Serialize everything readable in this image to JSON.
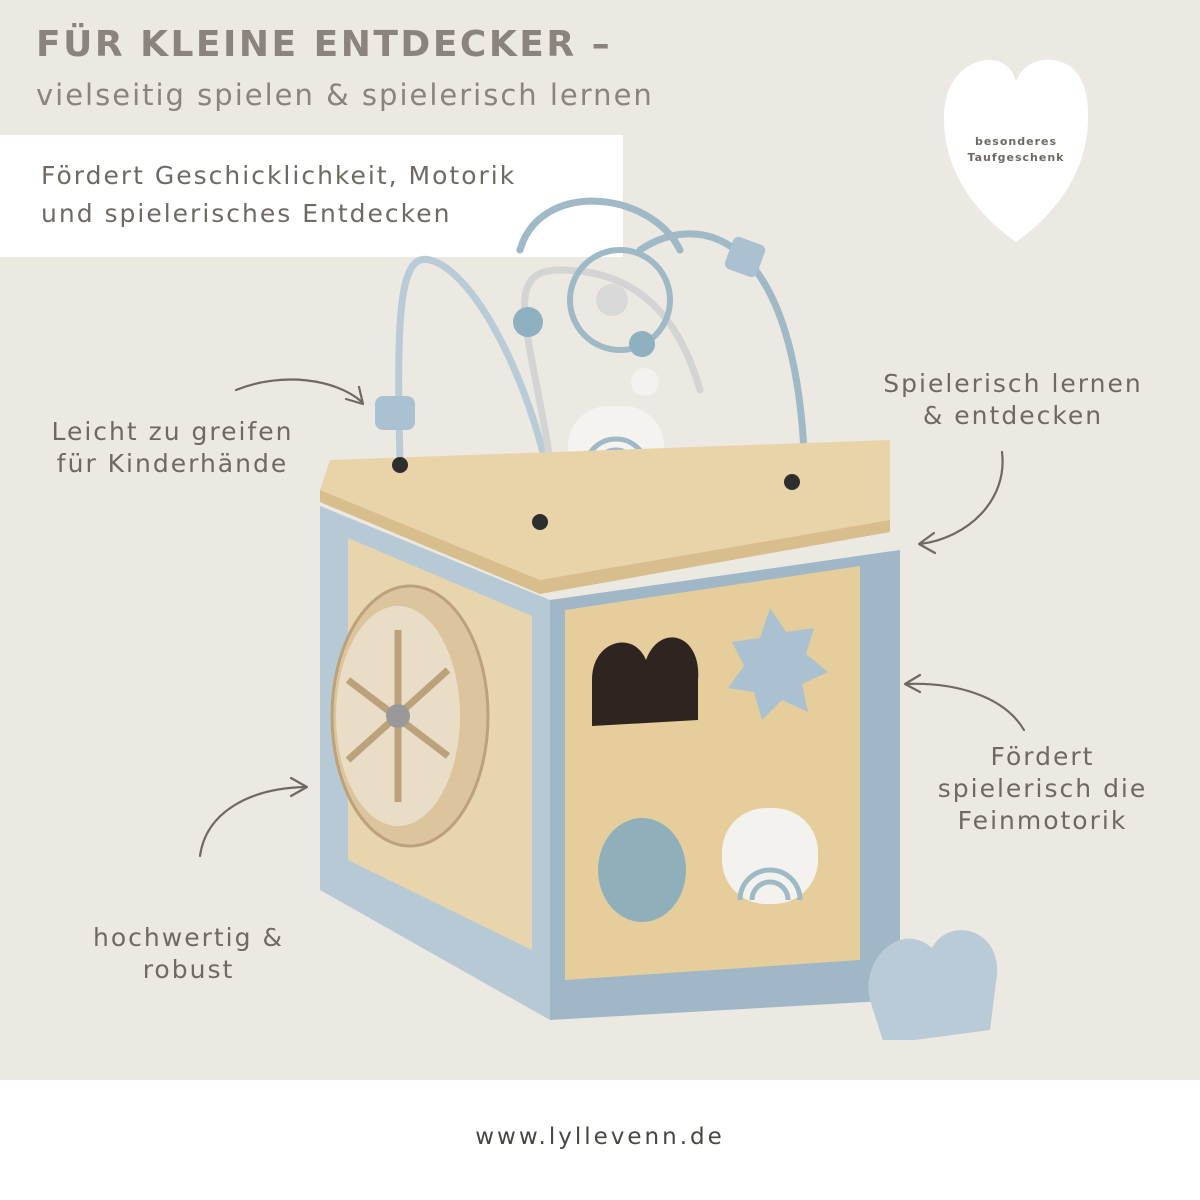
{
  "header": {
    "title": "FÜR KLEINE ENTDECKER –",
    "subtitle": "vielseitig spielen & spielerisch lernen"
  },
  "feature_box": {
    "line1": "Fördert Geschicklichkeit, Motorik",
    "line2": "und spielerisches Entdecken"
  },
  "badge": {
    "line1": "besonderes",
    "line2": "Taufgeschenk"
  },
  "callouts": {
    "grip": {
      "line1": "Leicht zu greifen",
      "line2": "für Kinderhände"
    },
    "learn": {
      "line1": "Spielerisch lernen",
      "line2": "& entdecken"
    },
    "motor": {
      "line1": "Fördert",
      "line2": "spielerisch die",
      "line3": "Feinmotorik"
    },
    "quality": {
      "line1": "hochwertig &",
      "line2": "robust"
    }
  },
  "footer": {
    "url": "www.lyllevenn.de"
  },
  "colors": {
    "background": "#ece8e2",
    "text": "#7d7670",
    "blue": "#a9c1d0",
    "wood": "#e6cfa3"
  },
  "icons": [
    "heart-icon",
    "arrow-icon"
  ]
}
